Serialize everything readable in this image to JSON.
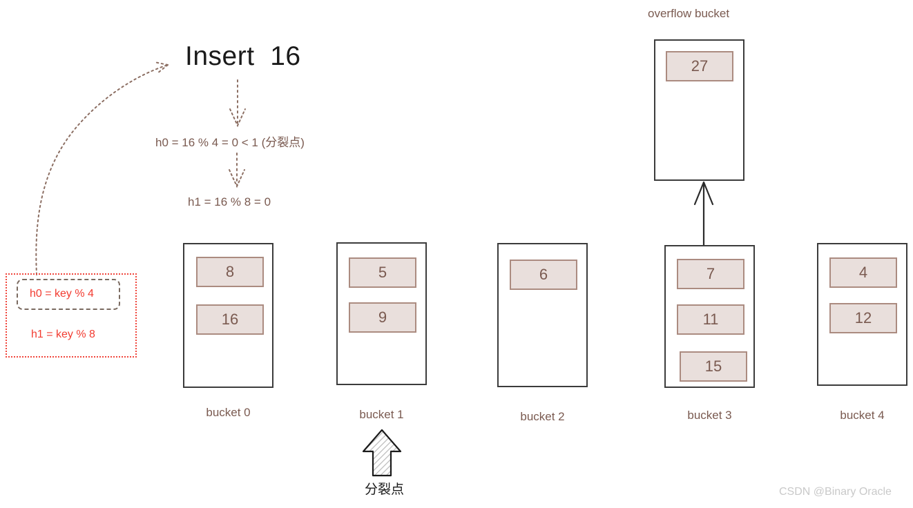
{
  "title": "Insert  16",
  "formulas": {
    "h0": "h0 = 16 % 4 = 0 < 1 (分裂点)",
    "h1": "h1 = 16 % 8 = 0"
  },
  "legend": {
    "h0_rule": "h0 = key % 4",
    "h1_rule": "h1 = key % 8",
    "outline_color": "#f23b30",
    "inner_outline_color": "#7a6a60"
  },
  "overflow": {
    "caption": "overflow bucket",
    "keys": [
      "27"
    ]
  },
  "buckets": [
    {
      "label": "bucket 0",
      "keys": [
        "8",
        "16"
      ]
    },
    {
      "label": "bucket 1",
      "keys": [
        "5",
        "9"
      ]
    },
    {
      "label": "bucket 2",
      "keys": [
        "6"
      ]
    },
    {
      "label": "bucket 3",
      "keys": [
        "7",
        "11",
        "15"
      ]
    },
    {
      "label": "bucket 4",
      "keys": [
        "4",
        "12"
      ]
    }
  ],
  "split_point": {
    "caption": "分裂点",
    "points_to": "bucket 1"
  },
  "watermark": "CSDN @Binary Oracle",
  "colors": {
    "key_fill": "#e9dfdc",
    "key_border": "#ab8b80",
    "text_brown": "#7a5a50",
    "bucket_border": "#3b3b3b",
    "accent_red": "#f23b30"
  }
}
